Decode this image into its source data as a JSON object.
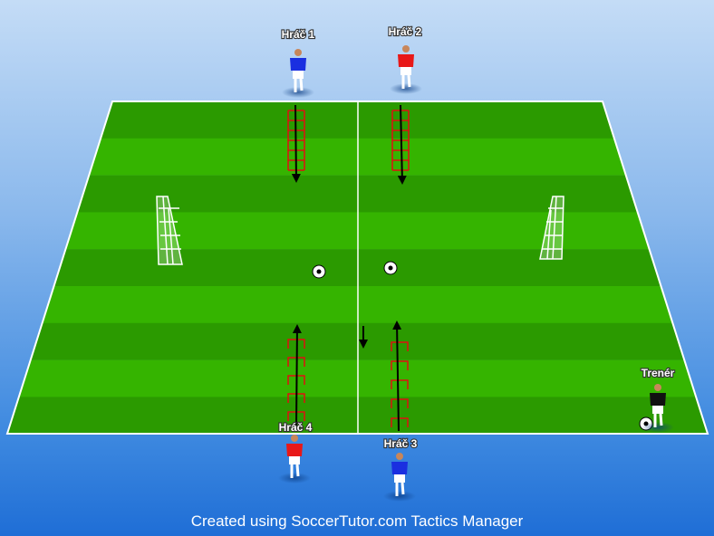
{
  "players": [
    {
      "label": "Hráč 1",
      "shirt": "#1a2fe0",
      "team": "blue"
    },
    {
      "label": "Hráč 2",
      "shirt": "#e81818",
      "team": "red"
    },
    {
      "label": "Hráč 3",
      "shirt": "#1a2fe0",
      "team": "blue"
    },
    {
      "label": "Hráč 4",
      "shirt": "#e81818",
      "team": "red"
    },
    {
      "label": "Trenér",
      "shirt": "#111111",
      "team": "coach"
    }
  ],
  "colors": {
    "pitch_dark": "#2b9a00",
    "pitch_light": "#35b400",
    "ladder": "#e01010"
  },
  "footer": "Created using SoccerTutor.com Tactics Manager"
}
